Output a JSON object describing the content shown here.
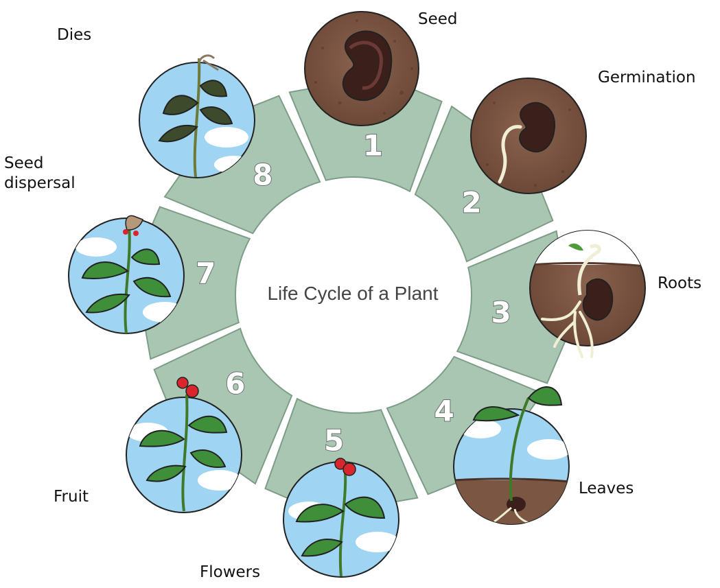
{
  "title": "Life Cycle of a  Plant",
  "colors": {
    "segment_fill": "#a9c6b2",
    "segment_stroke": "#7d9d88",
    "soil": "#7b5643",
    "sky": "#9fd4f2",
    "leaf": "#3f8f3a",
    "flower": "#d8262c"
  },
  "stages": [
    {
      "number": "1",
      "label": "Seed",
      "picture": "seed-in-soil-icon"
    },
    {
      "number": "2",
      "label": "Germination",
      "picture": "germinating-seed-icon"
    },
    {
      "number": "3",
      "label": "Roots",
      "picture": "seed-with-roots-icon"
    },
    {
      "number": "4",
      "label": "Leaves",
      "picture": "seedling-with-leaves-icon"
    },
    {
      "number": "5",
      "label": "Flowers",
      "picture": "flowering-plant-icon"
    },
    {
      "number": "6",
      "label": "Fruit",
      "picture": "plant-with-fruit-icon"
    },
    {
      "number": "7",
      "label": "Seed\ndispersal",
      "picture": "seed-dispersal-plant-icon"
    },
    {
      "number": "8",
      "label": "Dies",
      "picture": "dying-plant-icon"
    }
  ]
}
